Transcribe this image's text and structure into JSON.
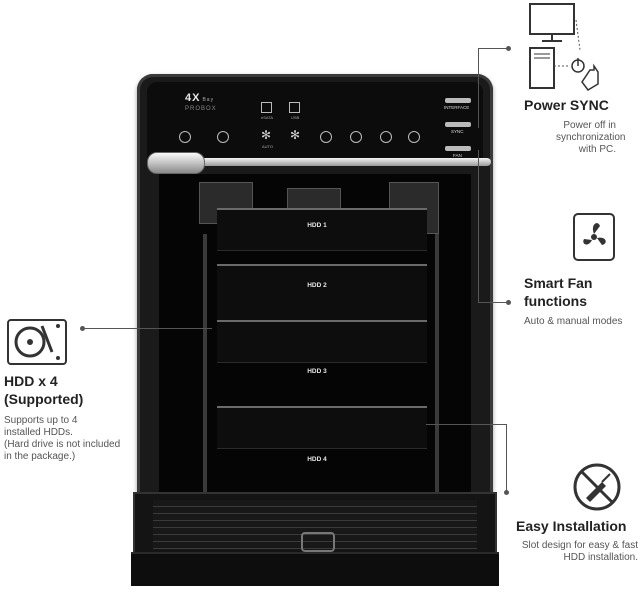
{
  "device": {
    "brand": "4X",
    "brand_small": "Bay",
    "model": "PROBOX",
    "front_labels": {
      "esata": "eSATA",
      "usb": "USB",
      "auto": "AUTO"
    },
    "side_buttons": [
      "INTERFACE",
      "SYNC",
      "FAN"
    ],
    "bays": [
      "HDD 1",
      "HDD 2",
      "HDD 3",
      "HDD 4"
    ]
  },
  "features": {
    "power_sync": {
      "title": "Power SYNC",
      "desc": [
        "Power off in",
        "synchronization",
        "with PC."
      ]
    },
    "smart_fan": {
      "title": [
        "Smart Fan",
        "functions"
      ],
      "desc": "Auto & manual modes"
    },
    "hdd": {
      "title": [
        "HDD x 4",
        "(Supported)"
      ],
      "desc": [
        "Supports up to 4",
        "installed HDDs.",
        "(Hard drive is not included",
        "in the package.)"
      ]
    },
    "easy_install": {
      "title": "Easy Installation",
      "desc": [
        "Slot design for easy & fast",
        "HDD installation."
      ]
    }
  },
  "icons": [
    "monitor-icon",
    "pc-tower-icon",
    "power-icon",
    "hand-pointer-icon",
    "fan-icon",
    "hard-drive-icon",
    "screwdriver-prohibited-icon"
  ]
}
